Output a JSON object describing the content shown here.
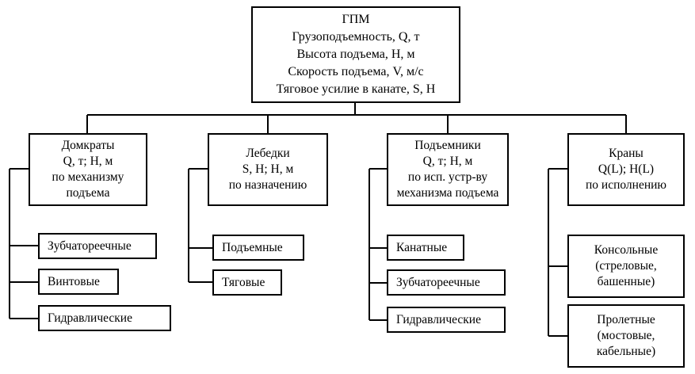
{
  "root": {
    "lines": [
      "ГПМ",
      "Грузоподъемность, Q, т",
      "Высота подъема, Н, м",
      "Скорость подъема, V, м/с",
      "Тяговое усилие в канате, S, Н"
    ]
  },
  "categories": [
    {
      "lines": [
        "Домкраты",
        "Q, т; Н, м",
        "по механизму",
        "подъема"
      ],
      "children": [
        {
          "lines": [
            "Зубчатореечные"
          ]
        },
        {
          "lines": [
            "Винтовые"
          ]
        },
        {
          "lines": [
            "Гидравлические"
          ]
        }
      ]
    },
    {
      "lines": [
        "Лебедки",
        "S, Н; Н, м",
        "по назначению"
      ],
      "children": [
        {
          "lines": [
            "Подъемные"
          ]
        },
        {
          "lines": [
            "Тяговые"
          ]
        }
      ]
    },
    {
      "lines": [
        "Подъемники",
        "Q, т; Н, м",
        "по исп. устр-ву",
        "механизма подъема"
      ],
      "children": [
        {
          "lines": [
            "Канатные"
          ]
        },
        {
          "lines": [
            "Зубчатореечные"
          ]
        },
        {
          "lines": [
            "Гидравлические"
          ]
        }
      ]
    },
    {
      "lines": [
        "Краны",
        "Q(L); H(L)",
        "по исполнению"
      ],
      "children": [
        {
          "lines": [
            "Консольные",
            "(стреловые,",
            "башенные)"
          ]
        },
        {
          "lines": [
            "Пролетные",
            "(мостовые,",
            "кабельные)"
          ]
        }
      ]
    }
  ]
}
